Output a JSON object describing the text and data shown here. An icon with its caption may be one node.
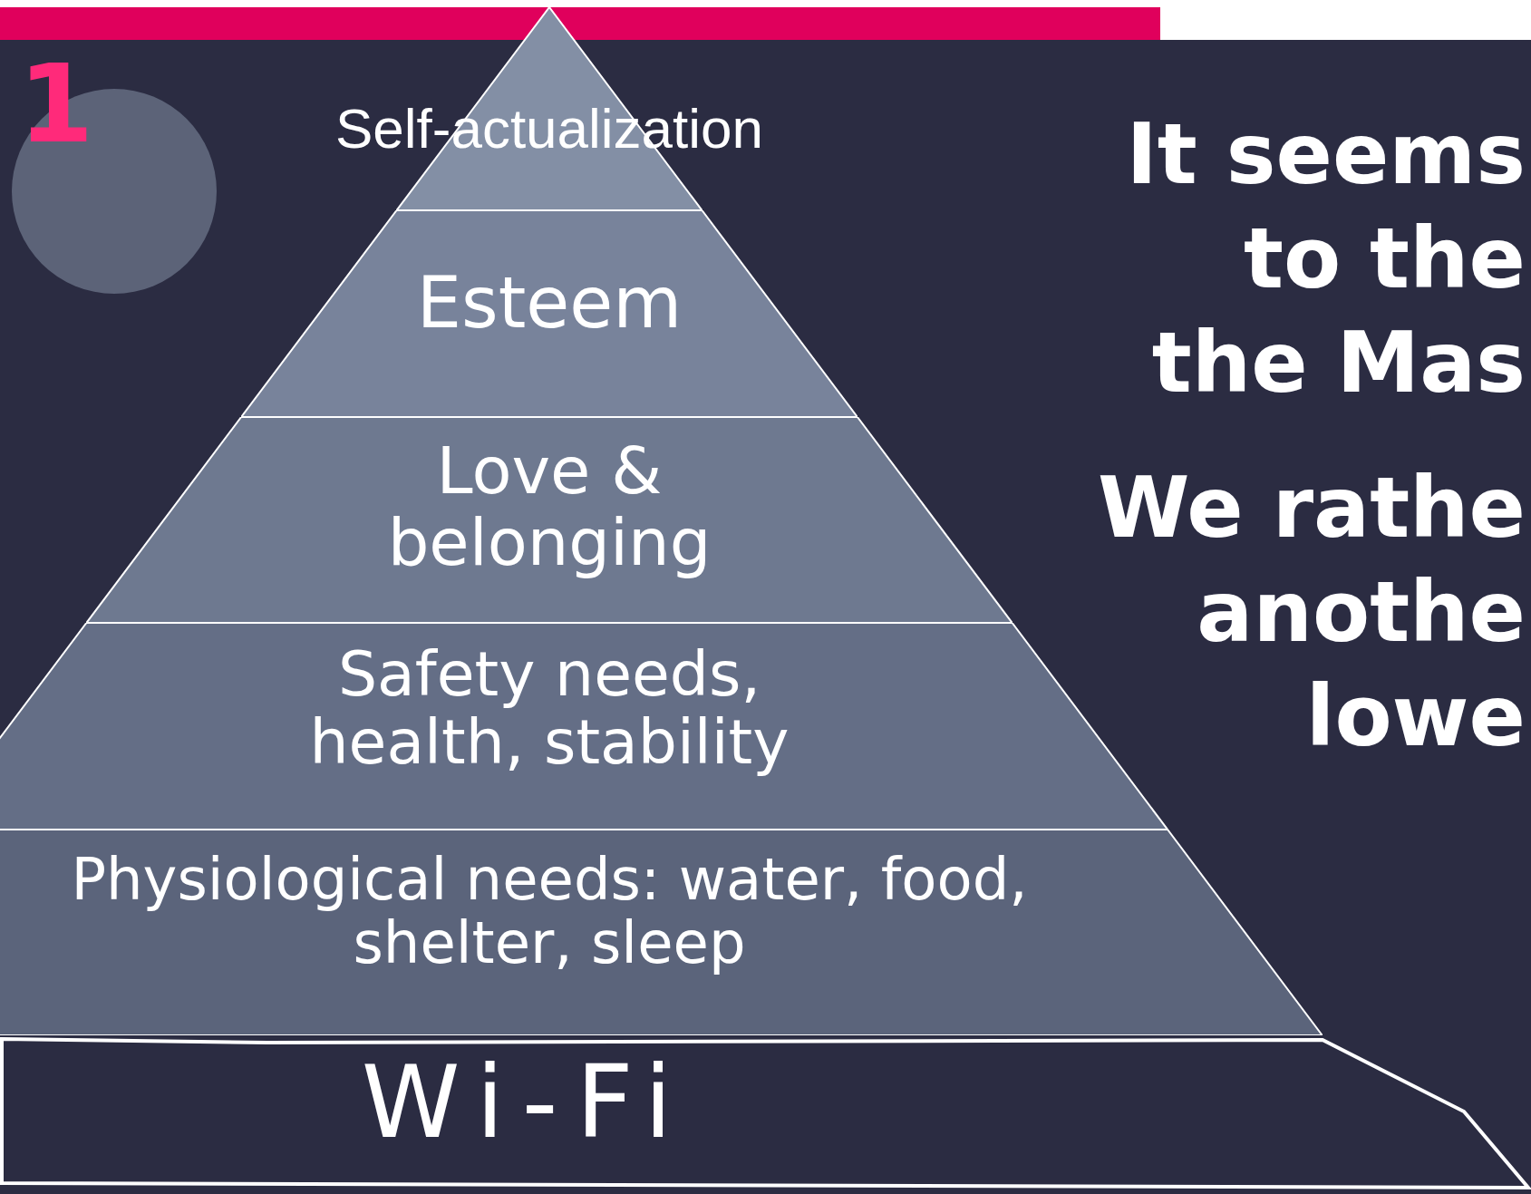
{
  "diagram": {
    "nodes": [
      {
        "text": [
          "Self-actualization"
        ]
      },
      {
        "text": [
          "Esteem"
        ]
      },
      {
        "text": [
          "Love & belonging"
        ]
      },
      {
        "text": [
          "Safety needs, health, stability"
        ]
      },
      {
        "text": [
          "Physiological needs: water, food, shelter, sleep"
        ]
      },
      {
        "text": [
          "Wi-Fi"
        ]
      }
    ],
    "labels": [
      "1",
      "It seems",
      "to the",
      "the Mas",
      "We rathe",
      "anothe",
      "lowe"
    ]
  }
}
